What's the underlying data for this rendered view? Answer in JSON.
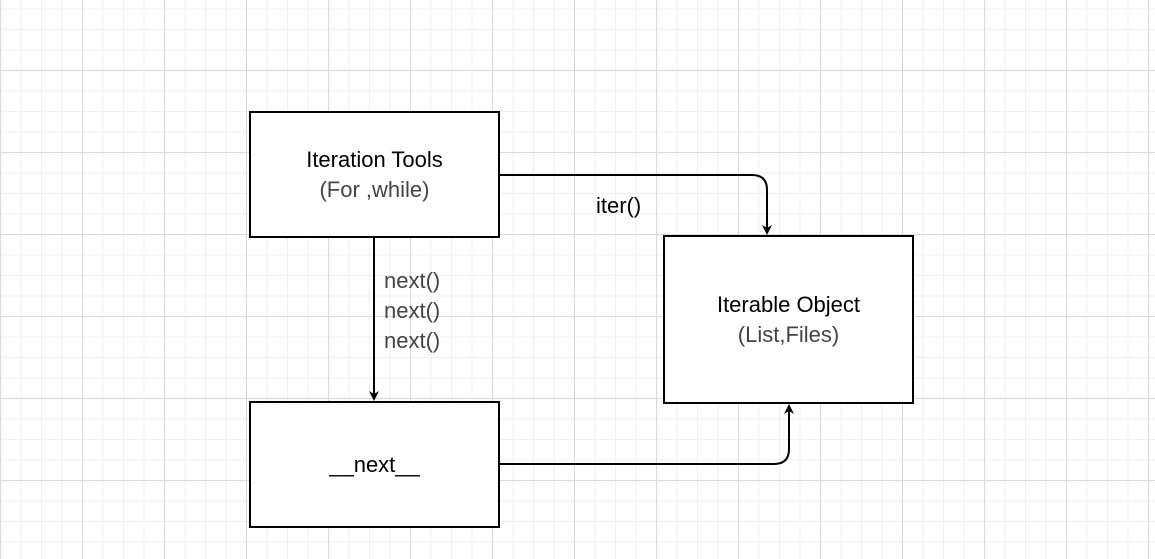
{
  "nodes": {
    "iteration_tools": {
      "title": "Iteration Tools",
      "subtitle": "(For ,while)"
    },
    "iterable_object": {
      "title": "Iterable Object",
      "subtitle": "(List,Files)"
    },
    "next_method": {
      "title": "__next__"
    }
  },
  "edges": {
    "iter_label": "iter()",
    "next_labels": [
      "next()",
      "next()",
      "next()"
    ]
  },
  "colors": {
    "stroke": "#000000",
    "grid_major": "#d9d9d9",
    "grid_minor": "#f0f0f0",
    "subtitle_text": "#444444"
  }
}
